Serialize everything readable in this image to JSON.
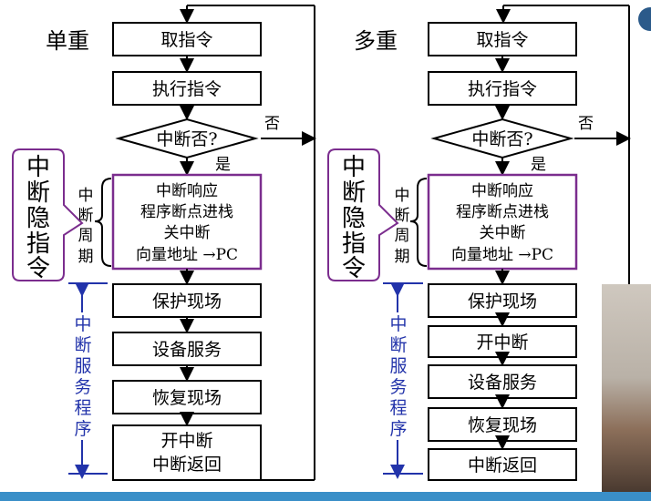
{
  "left": {
    "title": "单重",
    "steps": [
      "取指令",
      "执行指令",
      "中断否?"
    ],
    "no": "否",
    "yes": "是",
    "cycle_box": [
      "中断响应",
      "程序断点进栈",
      "关中断",
      "向量地址 →PC"
    ],
    "cycle_label": [
      "中",
      "断",
      "周",
      "期"
    ],
    "service": [
      "保护现场",
      "设备服务",
      "恢复现场"
    ],
    "last_box": [
      "开中断",
      "中断返回"
    ],
    "hidden_label": [
      "中",
      "断",
      "隐",
      "指",
      "令"
    ],
    "service_label": [
      "中",
      "断",
      "服",
      "务",
      "程",
      "序"
    ]
  },
  "right": {
    "title": "多重",
    "steps": [
      "取指令",
      "执行指令",
      "中断否?"
    ],
    "no": "否",
    "yes": "是",
    "cycle_box": [
      "中断响应",
      "程序断点进栈",
      "关中断",
      "向量地址 →PC"
    ],
    "cycle_label": [
      "中",
      "断",
      "周",
      "期"
    ],
    "service": [
      "保护现场",
      "开中断",
      "设备服务",
      "恢复现场",
      "中断返回"
    ],
    "hidden_label": [
      "中",
      "断",
      "隐",
      "指",
      "令"
    ],
    "service_label": [
      "中",
      "断",
      "服",
      "务",
      "程",
      "序"
    ]
  },
  "colors": {
    "hidden_border": "#7b2d8e",
    "service_label": "#2233aa",
    "bar": "#3a8fc8"
  }
}
